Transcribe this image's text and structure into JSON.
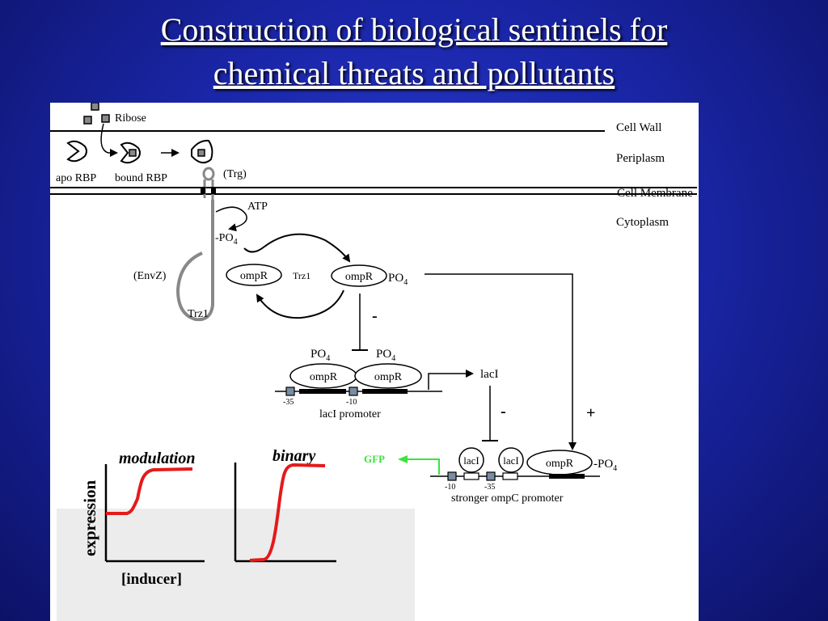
{
  "slide": {
    "title_line1": "Construction of biological sentinels for",
    "title_line2": "chemical threats and pollutants"
  },
  "diagram": {
    "compartments": {
      "cell_wall": "Cell Wall",
      "periplasm": "Periplasm",
      "cell_membrane": "Cell Membrane",
      "cytoplasm": "Cytoplasm"
    },
    "ribose": "Ribose",
    "apo_rbp": "apo RBP",
    "bound_rbp": "bound RBP",
    "trg": "(Trg)",
    "envz": "(EnvZ)",
    "trz1_receptor": "Trz1",
    "atp": "ATP",
    "po4": "-PO",
    "subscript_4": "4",
    "ompr": "ompR",
    "trz1_cycle": "Trz1",
    "po4_label": "PO",
    "ompr_po4": "PO",
    "minus": "-",
    "plus": "+",
    "laci": "lacI",
    "laci_promoter": "lacI promoter",
    "minus35": "-35",
    "minus10": "-10",
    "gfp": "GFP",
    "ompc_promoter": "stronger ompC promoter"
  },
  "plots": {
    "modulation": "modulation",
    "binary": "binary",
    "ylabel": "expression",
    "xlabel": "[inducer]"
  },
  "colors": {
    "curve": "#e41a1a",
    "gfp": "#3ce43c",
    "envz_stroke": "#888888",
    "box_fill": "#7a8da0"
  }
}
